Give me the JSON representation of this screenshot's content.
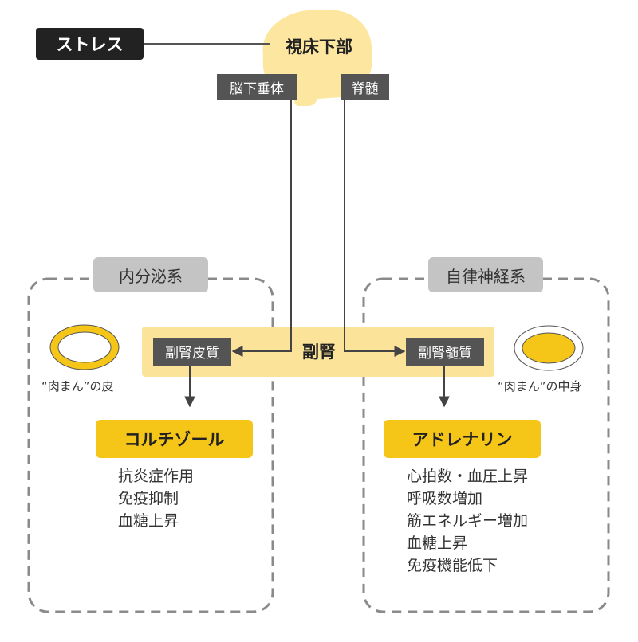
{
  "stress": "ストレス",
  "hypothalamus": "視床下部",
  "pituitary": "脳下垂体",
  "spinal_cord": "脊髄",
  "adrenal": "副腎",
  "left_system": {
    "title": "内分泌系",
    "organ": "副腎皮質",
    "caption": "“肉まん”の皮",
    "hormone": "コルチゾール",
    "effects": [
      "抗炎症作用",
      "免疫抑制",
      "血糖上昇"
    ]
  },
  "right_system": {
    "title": "自律神経系",
    "organ": "副腎髄質",
    "caption": "“肉まん”の中身",
    "hormone": "アドレナリン",
    "effects": [
      "心拍数・血圧上昇",
      "呼吸数増加",
      "筋エネルギー増加",
      "血糖上昇",
      "免疫機能低下"
    ]
  },
  "colors": {
    "yellow": "#f5c518",
    "light_yellow": "#fbe49a",
    "brain_yellow": "#fde7a0",
    "dark": "#222222",
    "grey_tag": "#545454",
    "light_grey": "#c4c4c4",
    "dashed": "#8a8a8a"
  }
}
